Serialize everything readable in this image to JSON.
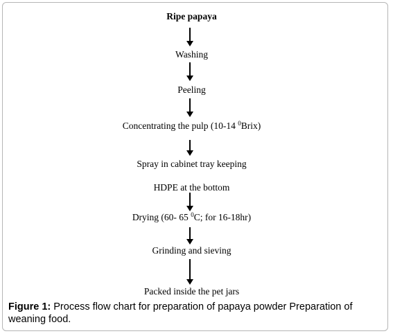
{
  "flowchart": {
    "steps": [
      {
        "text": "Ripe papaya"
      },
      {
        "text": "Washing"
      },
      {
        "text": "Peeling"
      },
      {
        "pre": "Concentrating the pulp (10-14 ",
        "sup": "0",
        "post": "Brix)"
      },
      {
        "text": "Spray in cabinet tray keeping"
      },
      {
        "text": "HDPE at the bottom"
      },
      {
        "pre": "Drying (60- 65 ",
        "sup": "0",
        "post": "C; for 16-18hr)"
      },
      {
        "text": "Grinding and sieving"
      },
      {
        "text": "Packed inside the pet jars"
      }
    ]
  },
  "caption": {
    "label": "Figure 1:",
    "text": " Process flow chart for preparation of papaya powder Preparation of weaning food."
  }
}
